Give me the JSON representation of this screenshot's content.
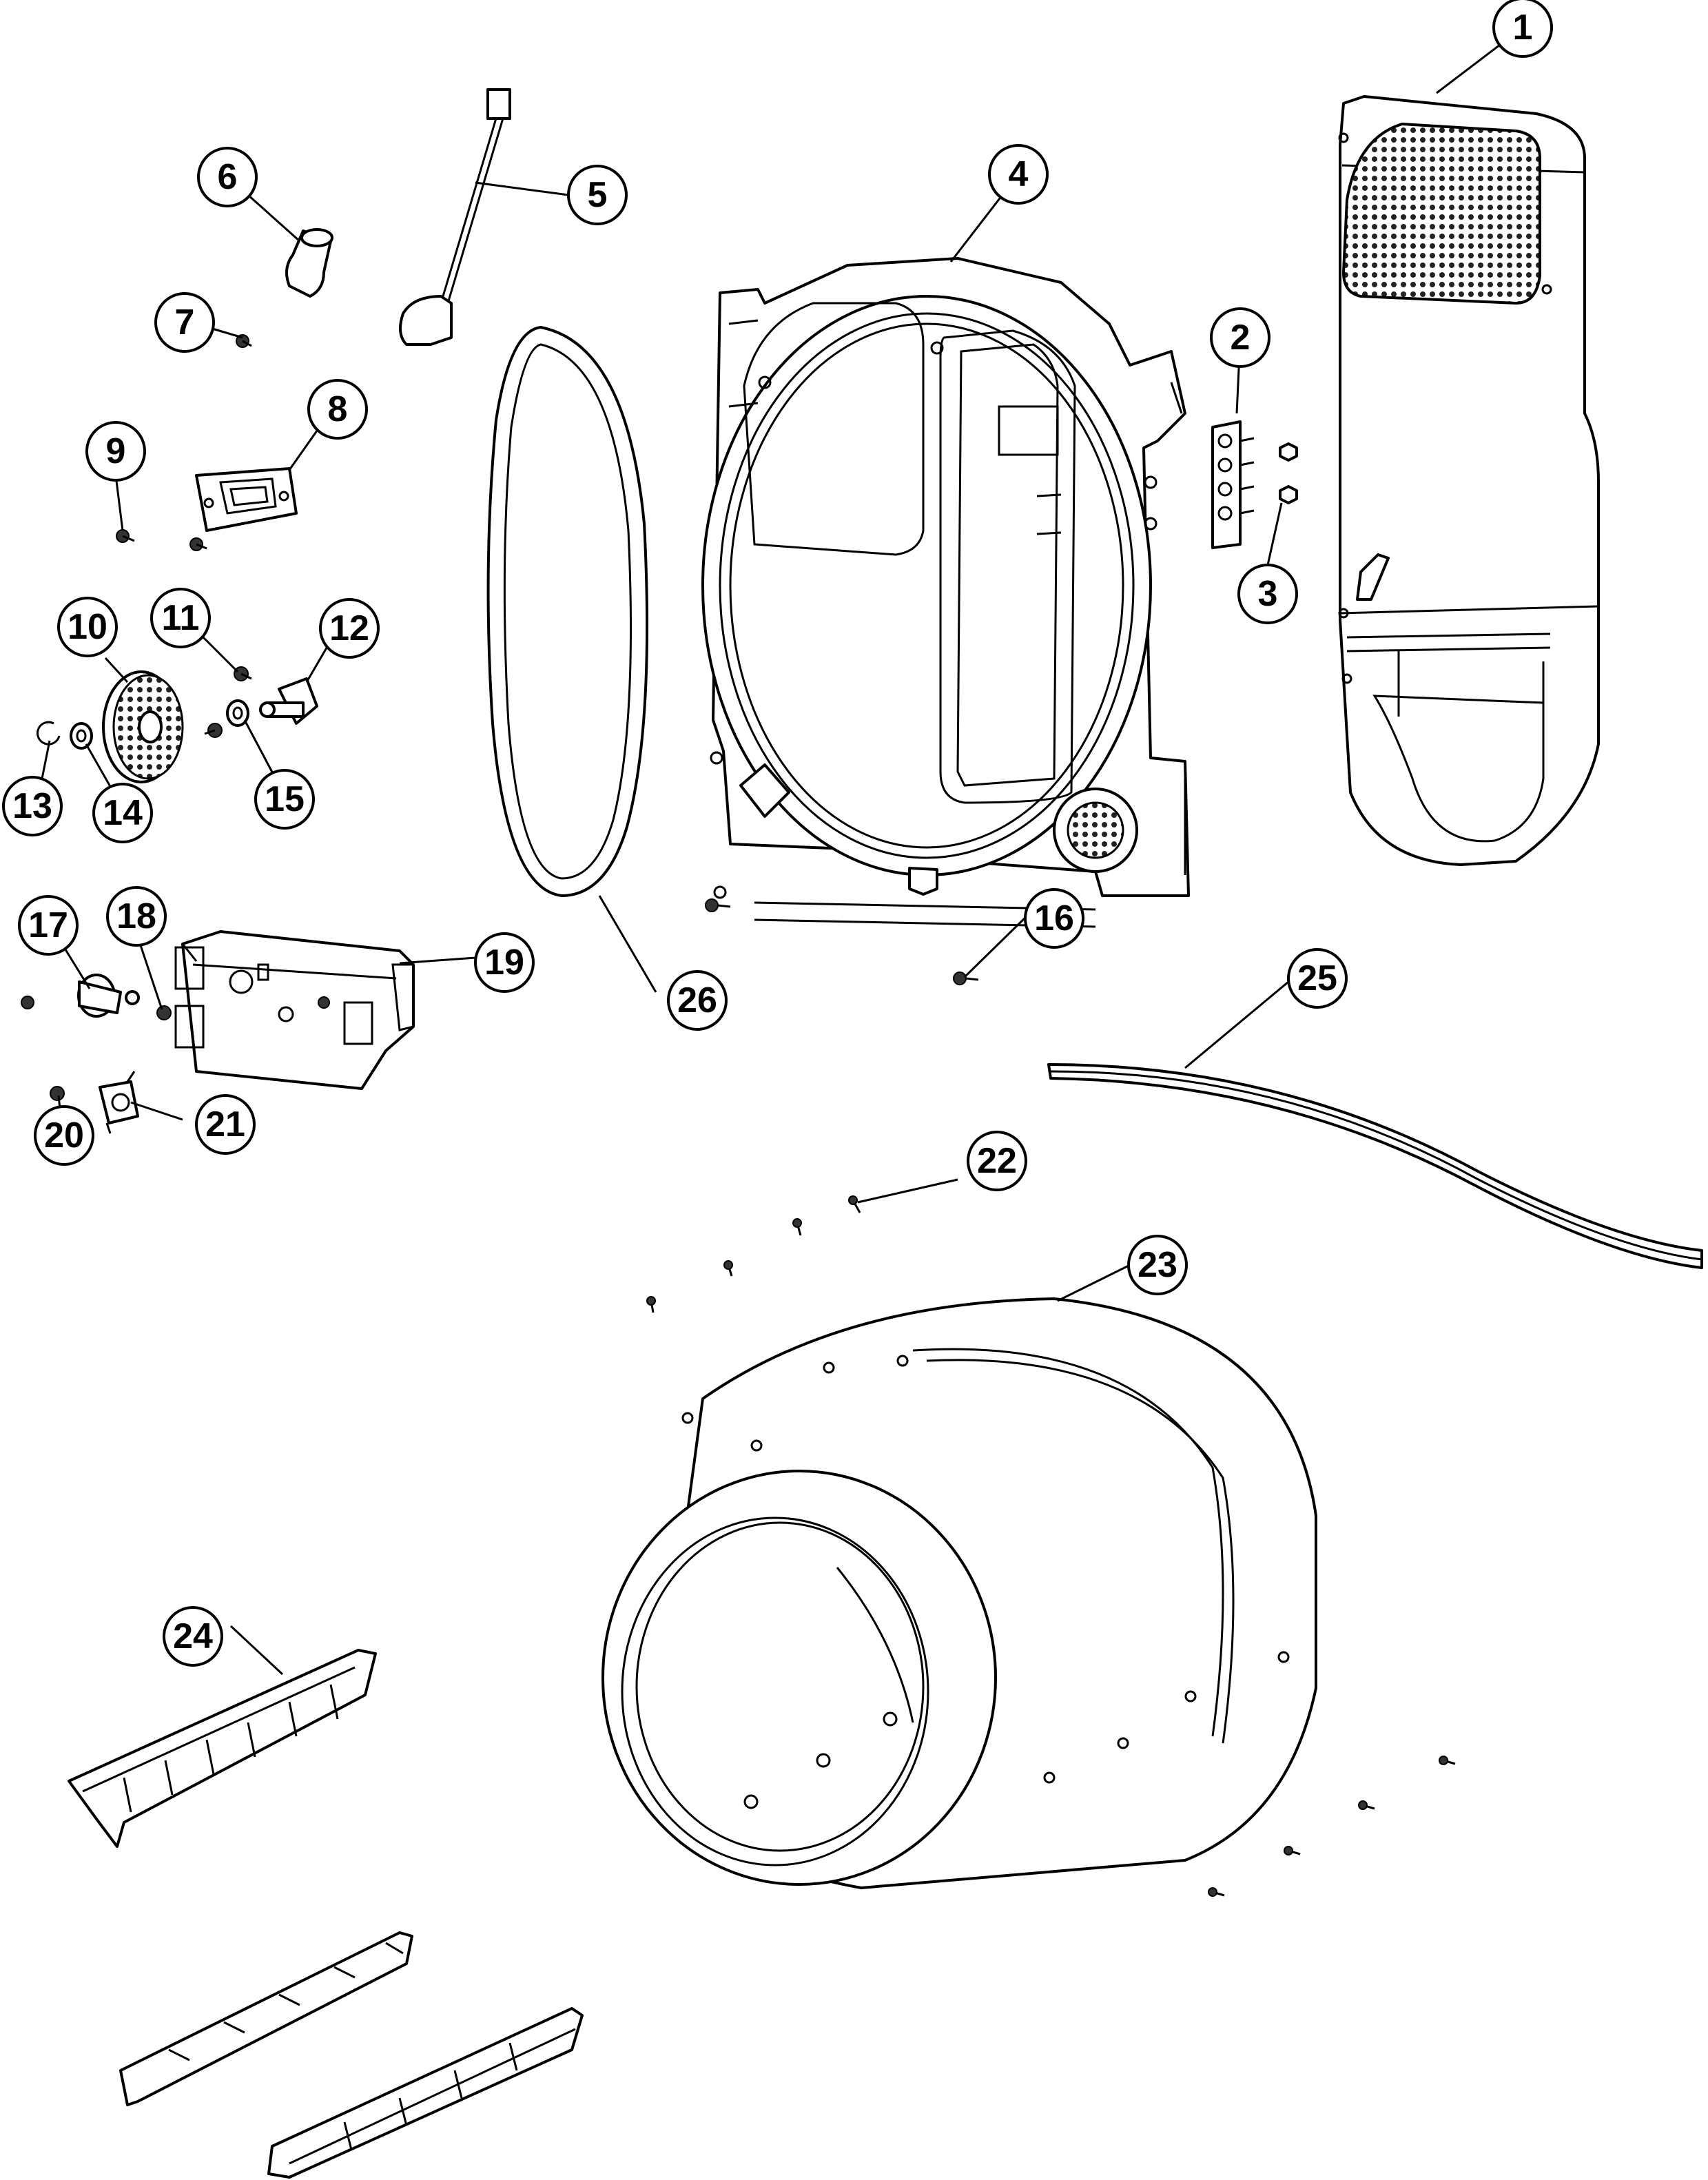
{
  "callouts": [
    {
      "label": "1"
    },
    {
      "label": "2"
    },
    {
      "label": "3"
    },
    {
      "label": "4"
    },
    {
      "label": "5"
    },
    {
      "label": "6"
    },
    {
      "label": "7"
    },
    {
      "label": "8"
    },
    {
      "label": "9"
    },
    {
      "label": "10"
    },
    {
      "label": "11"
    },
    {
      "label": "12"
    },
    {
      "label": "13"
    },
    {
      "label": "14"
    },
    {
      "label": "15"
    },
    {
      "label": "16"
    },
    {
      "label": "17"
    },
    {
      "label": "18"
    },
    {
      "label": "19"
    },
    {
      "label": "20"
    },
    {
      "label": "21"
    },
    {
      "label": "22"
    },
    {
      "label": "23"
    },
    {
      "label": "24"
    },
    {
      "label": "25"
    },
    {
      "label": "26"
    }
  ]
}
